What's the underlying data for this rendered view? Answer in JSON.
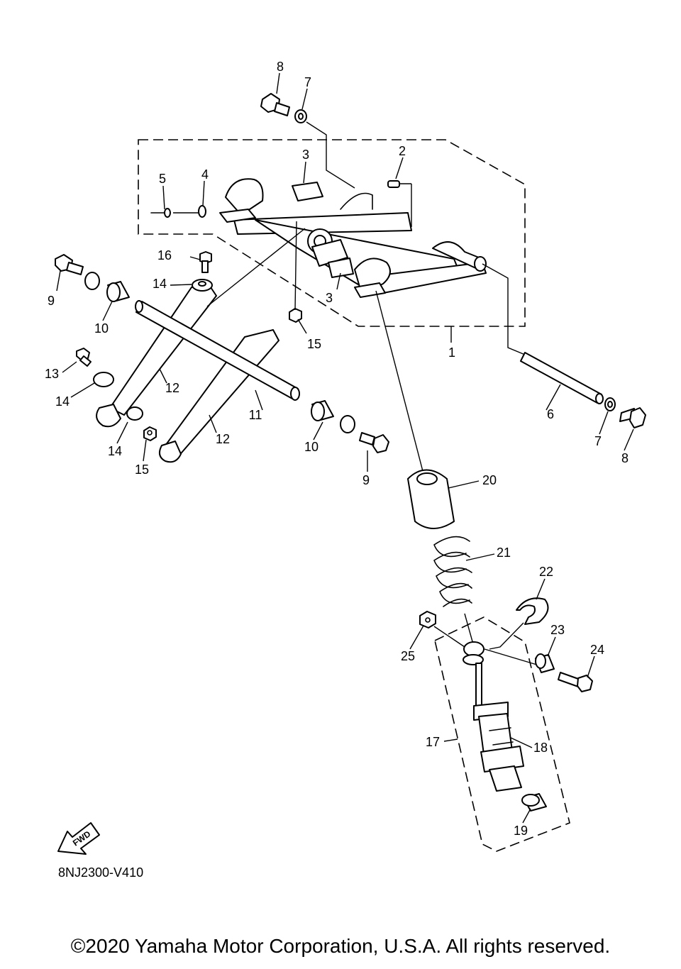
{
  "diagram": {
    "callouts": [
      "1",
      "2",
      "3",
      "3",
      "4",
      "5",
      "6",
      "7",
      "7",
      "8",
      "8",
      "9",
      "9",
      "10",
      "10",
      "11",
      "12",
      "12",
      "13",
      "14",
      "14",
      "14",
      "15",
      "15",
      "16",
      "17",
      "18",
      "19",
      "20",
      "21",
      "22",
      "23",
      "24",
      "25"
    ],
    "fwd_label": "FWD",
    "drawing_code": "8NJ2300-V410"
  },
  "footer": {
    "copyright": "©2020 Yamaha Motor Corporation, U.S.A. All rights reserved."
  }
}
